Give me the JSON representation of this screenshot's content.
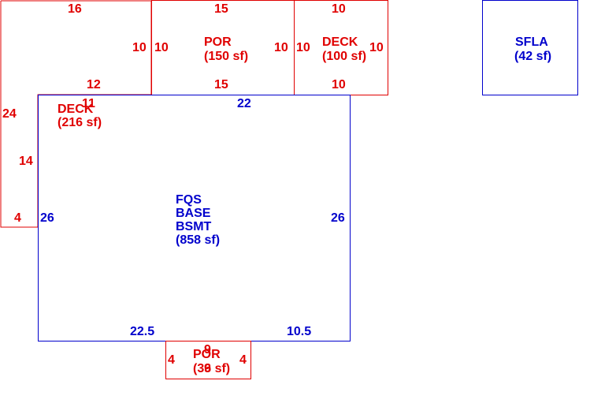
{
  "areas": {
    "deck_large": {
      "name_line1": "DECK",
      "area_label": "(216 sf)",
      "dims": {
        "top": "16",
        "right_upper": "10",
        "right_mid": "12",
        "right_lower": "11",
        "left": "24",
        "inner_left": "14",
        "bottom": "4"
      }
    },
    "por_top": {
      "name_line1": "POR",
      "area_label": "(150 sf)",
      "dims": {
        "top": "15",
        "left": "10",
        "right": "10",
        "bottom": "15"
      }
    },
    "deck_small": {
      "name_line1": "DECK",
      "area_label": "(100 sf)",
      "dims": {
        "top": "10",
        "left": "10",
        "right": "10",
        "bottom": "10"
      }
    },
    "sfla": {
      "name_line1": "SFLA",
      "area_label": "(42 sf)"
    },
    "base": {
      "name_line1": "FQS",
      "name_line2": "BASE",
      "name_line3": "BSMT",
      "area_label": "(858 sf)",
      "dims": {
        "top": "22",
        "left": "26",
        "right": "26",
        "bottom_left": "22.5",
        "bottom_right": "10.5"
      }
    },
    "por_bottom": {
      "name_line1": "POR",
      "area_label": "(36 sf)",
      "dims": {
        "top": "9",
        "inner": "9",
        "left": "4",
        "right": "4"
      }
    }
  },
  "colors": {
    "red": "#e00000",
    "blue": "#0000cc"
  }
}
